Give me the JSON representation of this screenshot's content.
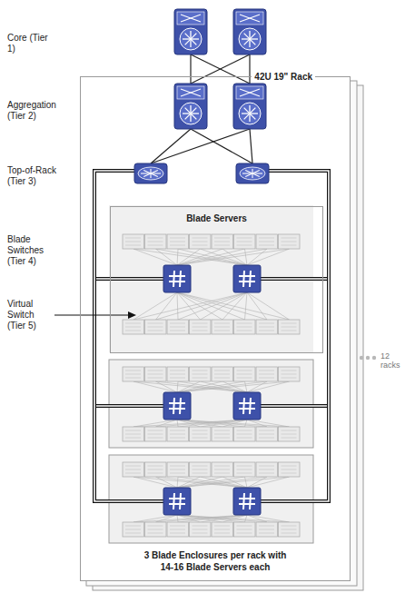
{
  "diagram": {
    "nodes": [
      {
        "text": [
          "42U 19\" Rack",
          "3 Blade Enclosures per rack with 14-16 Blade Servers each"
        ]
      },
      {
        "text": [
          "Blade Servers"
        ],
        "in": 0
      }
    ],
    "labels": [
      "Core (Tier 1)",
      "Aggregation (Tier 2)",
      "Top-of-Rack (Tier 3)",
      "Blade Switches (Tier 4)",
      "Virtual Switch (Tier 5)",
      "12 racks"
    ]
  }
}
